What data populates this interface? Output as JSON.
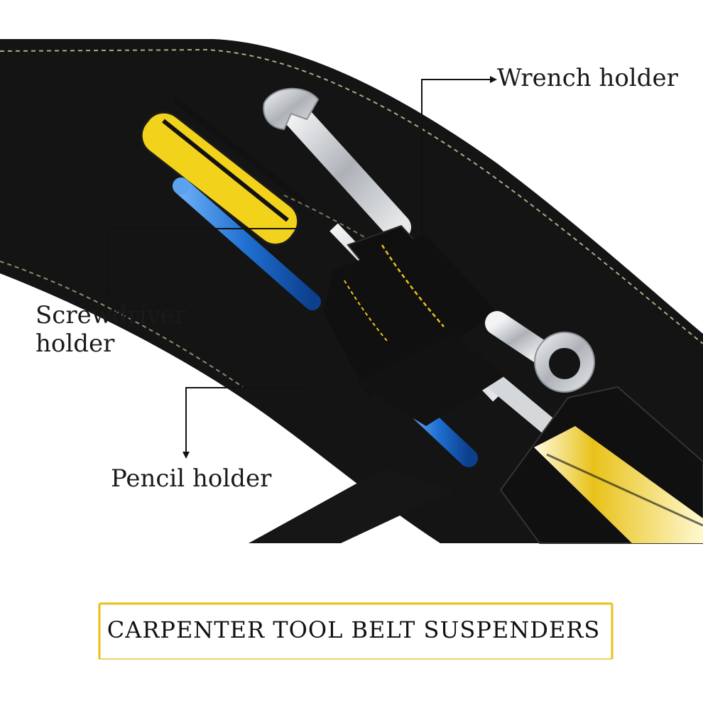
{
  "callouts": {
    "wrench": "Wrench holder",
    "screwdriver_line1": "Screwdriver",
    "screwdriver_line2": "holder",
    "pencil": "Pencil holder"
  },
  "title": "CARPENTER TOOL BELT SUSPENDERS",
  "colors": {
    "strap": "#141414",
    "stitching": "#e6d9a8",
    "accent_yellow": "#e8c21a",
    "pencil_blue": "#1f6fd1",
    "metal": "#c9ccd0"
  }
}
